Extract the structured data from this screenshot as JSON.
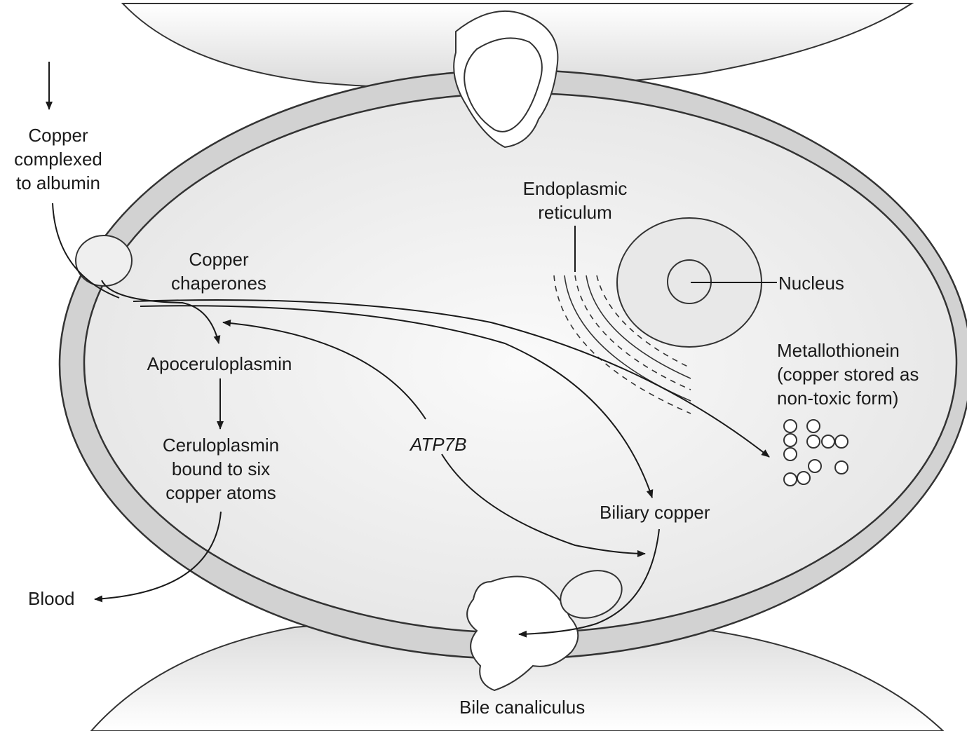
{
  "labels": {
    "copper_albumin_1": "Copper",
    "copper_albumin_2": "complexed",
    "copper_albumin_3": "to albumin",
    "chaperones_1": "Copper",
    "chaperones_2": "chaperones",
    "er_1": "Endoplasmic",
    "er_2": "reticulum",
    "nucleus": "Nucleus",
    "metallothionein_1": "Metallothionein",
    "metallothionein_2": "(copper stored as",
    "metallothionein_3": "non-toxic form)",
    "apoceruloplasmin": "Apoceruloplasmin",
    "ceruloplasmin_1": "Ceruloplasmin",
    "ceruloplasmin_2": "bound to six",
    "ceruloplasmin_3": "copper atoms",
    "atp7b": "ATP7B",
    "biliary_copper": "Biliary copper",
    "blood": "Blood",
    "bile_canaliculus": "Bile canaliculus"
  }
}
